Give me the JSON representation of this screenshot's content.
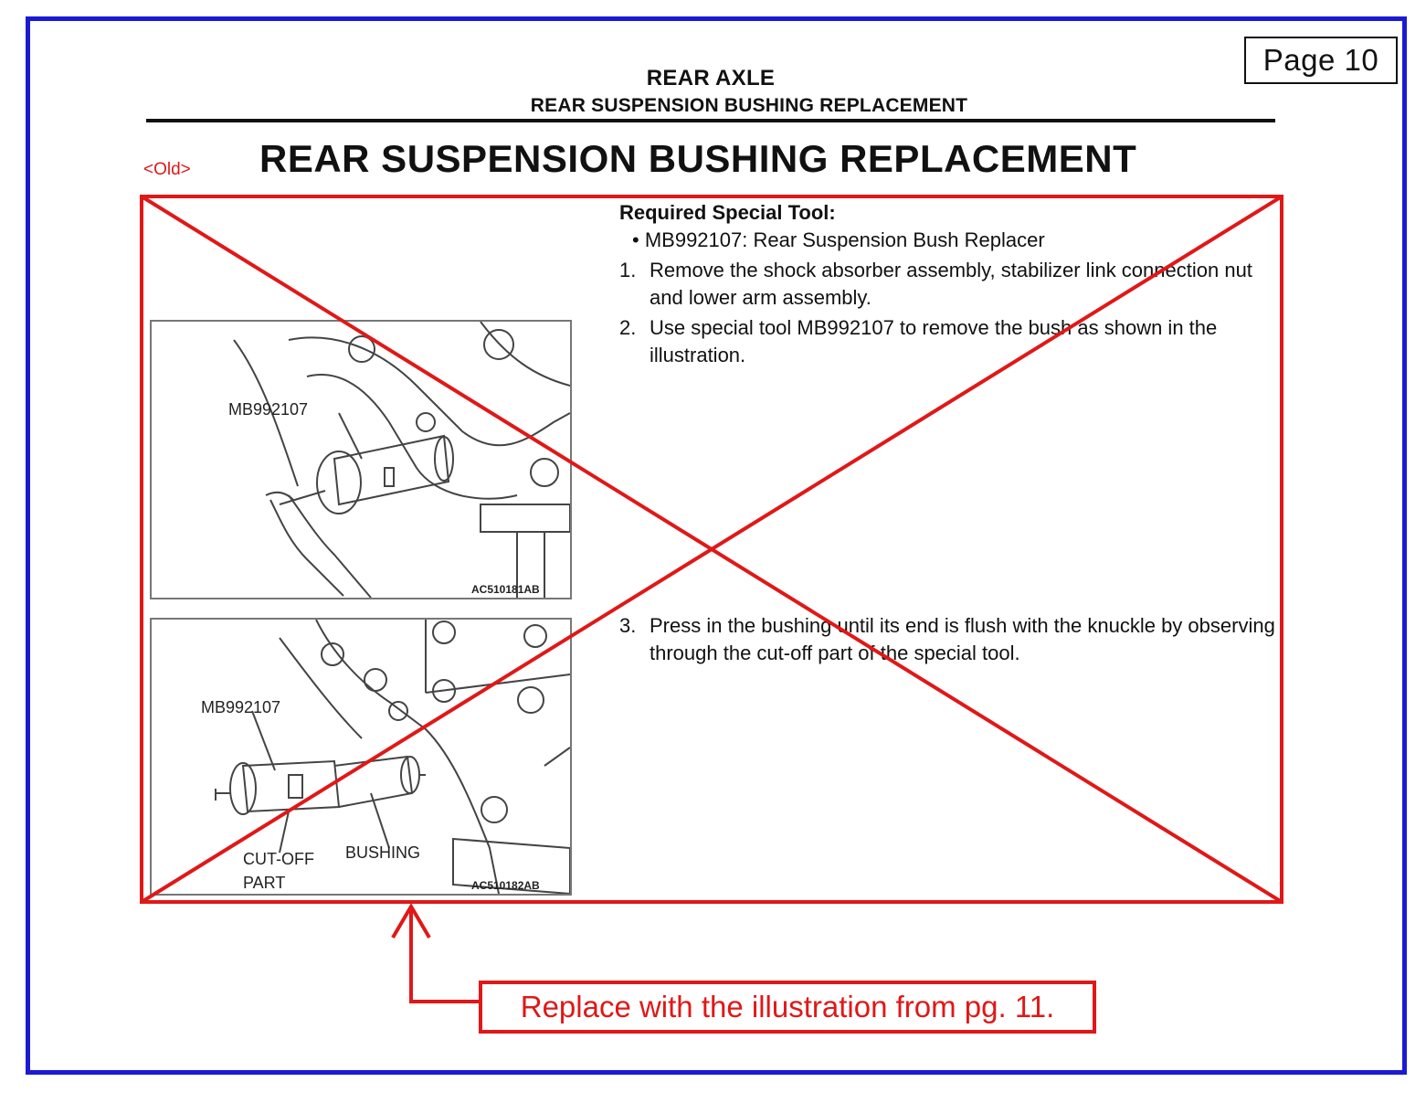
{
  "page_label": "Page 10",
  "header": {
    "section": "REAR AXLE",
    "subsection": "REAR SUSPENSION BUSHING REPLACEMENT"
  },
  "old_tag": "<Old>",
  "title": "REAR SUSPENSION BUSHING REPLACEMENT",
  "instructions": {
    "tool_heading": "Required Special Tool:",
    "tool_item": "MB992107: Rear Suspension Bush Replacer",
    "steps": [
      {
        "num": "1.",
        "text": "Remove the shock absorber assembly, stabilizer link connection nut and lower arm assembly."
      },
      {
        "num": "2.",
        "text": "Use special tool MB992107 to remove the bush as shown in the illustration."
      },
      {
        "num": "3.",
        "text": "Press in the bushing until its end is flush with the knuckle by observing through the cut-off part of the special tool."
      }
    ]
  },
  "figures": [
    {
      "tool_label": "MB992107",
      "code": "AC510181AB"
    },
    {
      "tool_label": "MB992107",
      "cutoff_label_1": "CUT-OFF",
      "cutoff_label_2": "PART",
      "bushing_label": "BUSHING",
      "code": "AC510182AB"
    }
  ],
  "annotation": {
    "note": "Replace with the illustration from pg. 11.",
    "color": "#e01818"
  },
  "frame_color": "#1a1ad6"
}
